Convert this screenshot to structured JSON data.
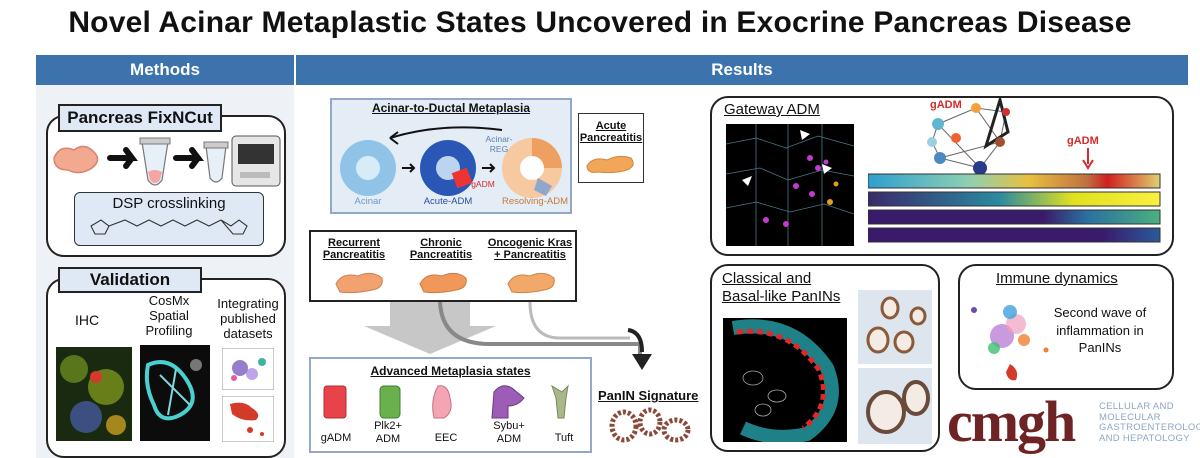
{
  "title": "Novel Acinar Metaplastic States Uncovered in Exocrine Pancreas Disease",
  "headers": {
    "methods": "Methods",
    "results": "Results"
  },
  "methods": {
    "fixncut_title": "Pancreas FixNCut",
    "dsp_label": "DSP crosslinking",
    "validation_title": "Validation",
    "ihc": "IHC",
    "cosmx": "CosMx Spatial Profiling",
    "integrating": "Integrating published datasets"
  },
  "adm": {
    "title": "Acinar-to-Ductal Metaplasia",
    "acinar": "Acinar",
    "acute_adm": "Acute-ADM",
    "resolving_adm": "Resolving-ADM",
    "acinar_reg": "Acinar-REG",
    "gadm": "gADM",
    "acute_pancreatitis": "Acute Pancreatitis"
  },
  "conditions": [
    "Recurrent Pancreatitis",
    "Chronic Pancreatitis",
    "Oncogenic Kras + Pancreatitis"
  ],
  "advanced": {
    "title": "Advanced Metaplasia states",
    "states": [
      "gADM",
      "Plk2+ ADM",
      "EEC",
      "Sybu+ ADM",
      "Tuft"
    ],
    "colors": [
      "#e8434a",
      "#6ab04c",
      "#f3a5b4",
      "#9b5db5",
      "#a9b88a"
    ]
  },
  "panin_signature": "PanIN Signature",
  "gateway": {
    "title": "Gateway ADM",
    "gadm1": "gADM",
    "gadm2": "gADM"
  },
  "classical": {
    "title": "Classical and Basal-like PanINs"
  },
  "immune": {
    "title": "Immune dynamics",
    "text": "Second wave of inflammation in PanINs"
  },
  "logo": {
    "wordmark": "cmgh",
    "lines": [
      "CELLULAR AND",
      "MOLECULAR",
      "GASTROENTEROLOGY",
      "AND HEPATOLOGY"
    ]
  },
  "colors": {
    "header_bar": "#3c73ad",
    "label_bg": "#dfe9f5",
    "accent_red": "#d42a2a",
    "logo": "#6e2424"
  }
}
